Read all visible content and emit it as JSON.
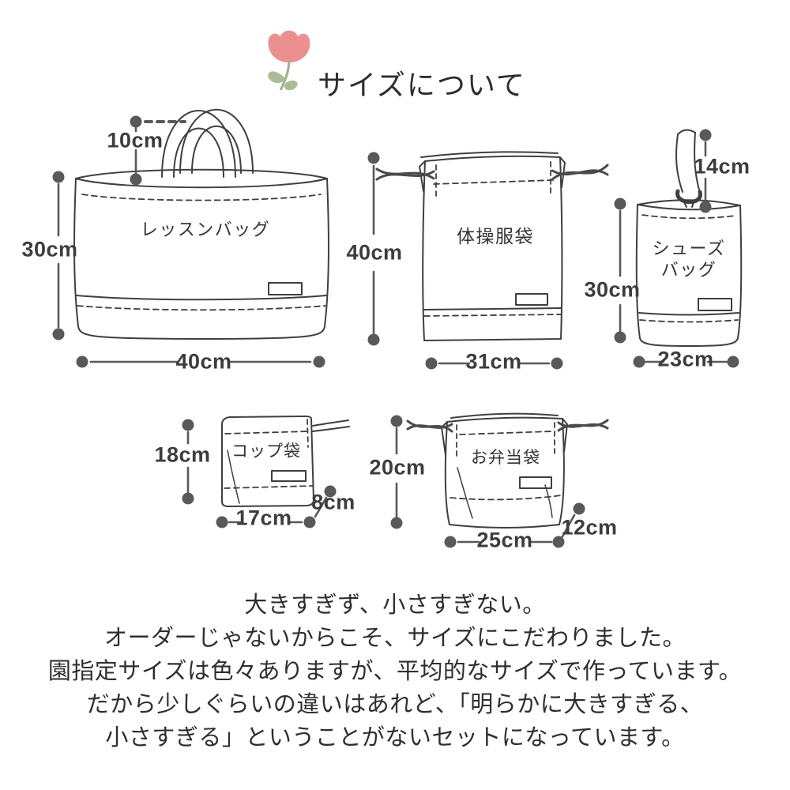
{
  "header": {
    "title": "サイズについて"
  },
  "colors": {
    "line_art": "#3f3f3f",
    "dimension_gray": "#595959",
    "text_dark": "#2e2e2e",
    "flower_pink": "#ec8f8f",
    "flower_green": "#a9bc96"
  },
  "bags": [
    {
      "name": "レッスンバッグ",
      "height": "30cm",
      "width": "40cm",
      "handle_height": "10cm"
    },
    {
      "name": "体操服袋",
      "height": "40cm",
      "width": "31cm"
    },
    {
      "name_line1": "シューズ",
      "name_line2": "バッグ",
      "height": "30cm",
      "width": "23cm",
      "strap_height": "14cm"
    },
    {
      "name": "コップ袋",
      "height": "18cm",
      "width": "17cm",
      "depth": "8cm"
    },
    {
      "name": "お弁当袋",
      "height": "20cm",
      "width": "25cm",
      "depth": "12cm"
    }
  ],
  "description": {
    "line1": "大きすぎず、小さすぎない。",
    "line2": "オーダーじゃないからこそ、サイズにこだわりました。",
    "line3": "園指定サイズは色々ありますが、平均的なサイズで作っています。",
    "line4": "だから少しぐらいの違いはあれど、「明らかに大きすぎる、",
    "line5": "小さすぎる」ということがないセットになっています。"
  }
}
